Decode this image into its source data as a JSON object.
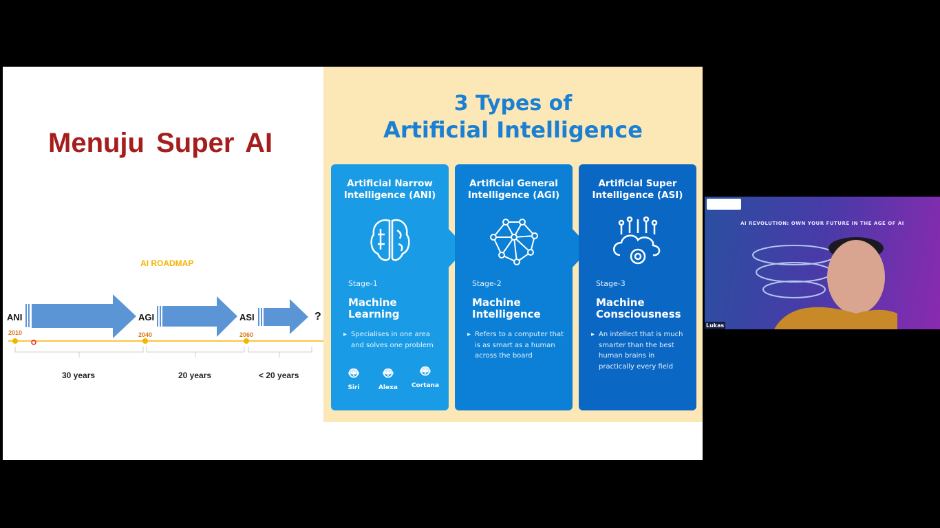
{
  "left_slide": {
    "title": "Menuju Super AI",
    "roadmap_title": "AI ROADMAP",
    "stages": [
      {
        "label": "ANI",
        "year": "2010"
      },
      {
        "label": "AGI",
        "year": "2040"
      },
      {
        "label": "ASI",
        "year": "2060"
      },
      {
        "label": "?"
      }
    ],
    "durations": [
      "30 years",
      "20 years",
      "< 20 years"
    ]
  },
  "right_panel": {
    "title_line1": "3 Types of",
    "title_line2": "Artificial Intelligence",
    "cards": [
      {
        "heading": "Artificial Narrow Intelligence (ANI)",
        "stage": "Stage-1",
        "name": "Machine Learning",
        "desc": "Specialises in one area and solves one problem",
        "examples": [
          "Siri",
          "Alexa",
          "Cortana"
        ],
        "color": "#1a9be6"
      },
      {
        "heading": "Artificial General Intelligence (AGI)",
        "stage": "Stage-2",
        "name": "Machine Intelligence",
        "desc": "Refers to a computer that is as smart as a human across the board",
        "color": "#0b80d6"
      },
      {
        "heading": "Artificial Super Intelligence (ASI)",
        "stage": "Stage-3",
        "name": "Machine Consciousness",
        "desc": "An intellect that is much smarter than the best human brains in practically every field",
        "color": "#0a68c4"
      }
    ]
  },
  "video": {
    "banner": "AI REVOLUTION: OWN YOUR FUTURE IN THE AGE OF AI",
    "participant": "Lukas"
  }
}
